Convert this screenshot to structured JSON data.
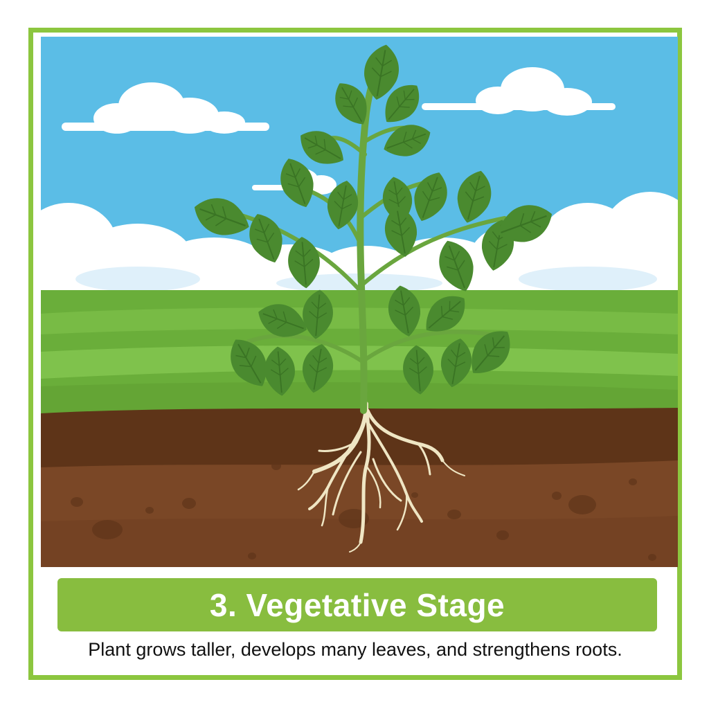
{
  "stage": {
    "title": "3. Vegetative Stage",
    "description": "Plant grows taller, develops many leaves, and strengthens roots."
  },
  "colors": {
    "frame": "#8cc63f",
    "title_bar": "#88bd3f",
    "sky": "#5bbde6",
    "grass": "#6aae3a",
    "topsoil": "#5e3418",
    "subsoil": "#7a4726",
    "leaf": "#4a8a2f",
    "stem": "#6aa63e",
    "roots": "#efe6c4"
  },
  "icons": {
    "plant": "tomato-plant-illustration",
    "roots": "root-system-illustration",
    "clouds": "cloud-icon"
  }
}
